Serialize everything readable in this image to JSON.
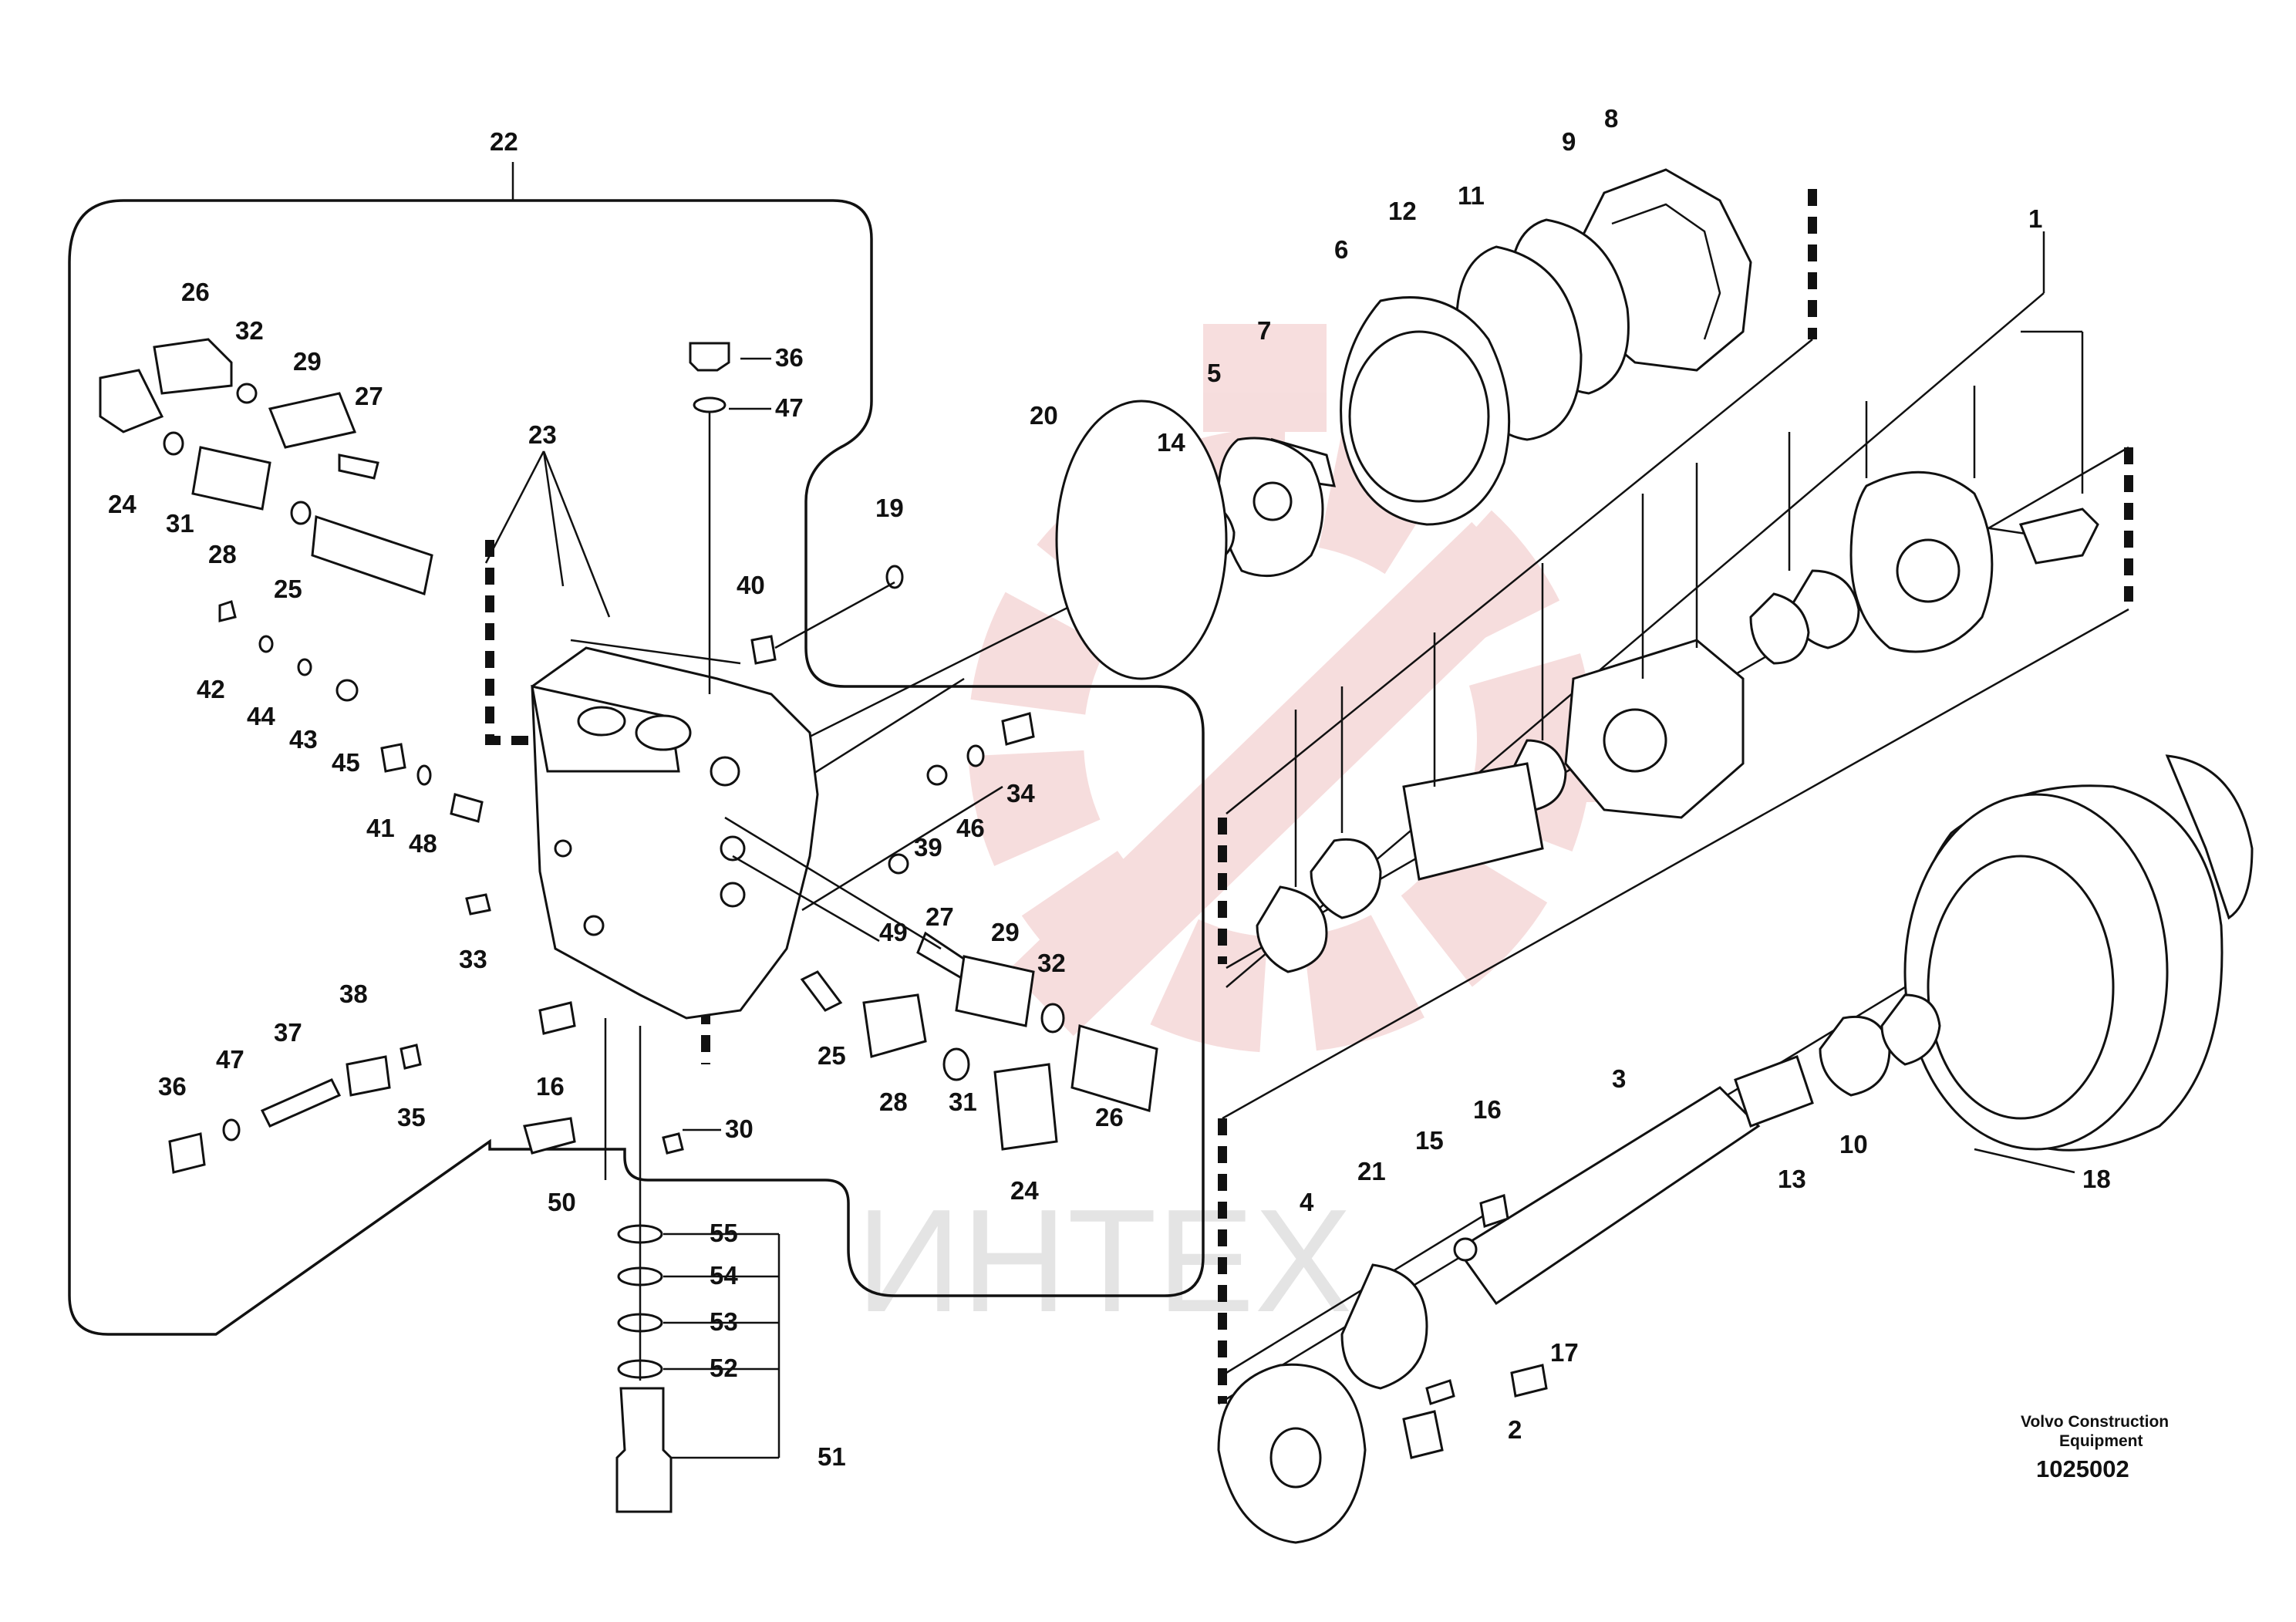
{
  "watermark": {
    "text": "ИНТЕХ",
    "color": "#e8a0a0"
  },
  "brand_line1": "Volvo Construction",
  "brand_line2": "Equipment",
  "drawing_number": "1025002",
  "part_labels": {
    "p1": "1",
    "p2": "2",
    "p3": "3",
    "p4": "4",
    "p5": "5",
    "p6": "6",
    "p7": "7",
    "p8": "8",
    "p9": "9",
    "p10": "10",
    "p11": "11",
    "p12": "12",
    "p13": "13",
    "p14": "14",
    "p15": "15",
    "p16a": "16",
    "p16b": "16",
    "p17": "17",
    "p18": "18",
    "p19": "19",
    "p20": "20",
    "p21": "21",
    "p22": "22",
    "p23": "23",
    "p24a": "24",
    "p24b": "24",
    "p25a": "25",
    "p25b": "25",
    "p26a": "26",
    "p26b": "26",
    "p27a": "27",
    "p27b": "27",
    "p28a": "28",
    "p28b": "28",
    "p29a": "29",
    "p29b": "29",
    "p30": "30",
    "p31a": "31",
    "p31b": "31",
    "p32a": "32",
    "p32b": "32",
    "p33": "33",
    "p34": "34",
    "p35": "35",
    "p36a": "36",
    "p36b": "36",
    "p37": "37",
    "p38": "38",
    "p39": "39",
    "p40": "40",
    "p41": "41",
    "p42": "42",
    "p43": "43",
    "p44": "44",
    "p45": "45",
    "p46": "46",
    "p47a": "47",
    "p47b": "47",
    "p48": "48",
    "p49": "49",
    "p50": "50",
    "p51": "51",
    "p52": "52",
    "p53": "53",
    "p54": "54",
    "p55": "55"
  }
}
